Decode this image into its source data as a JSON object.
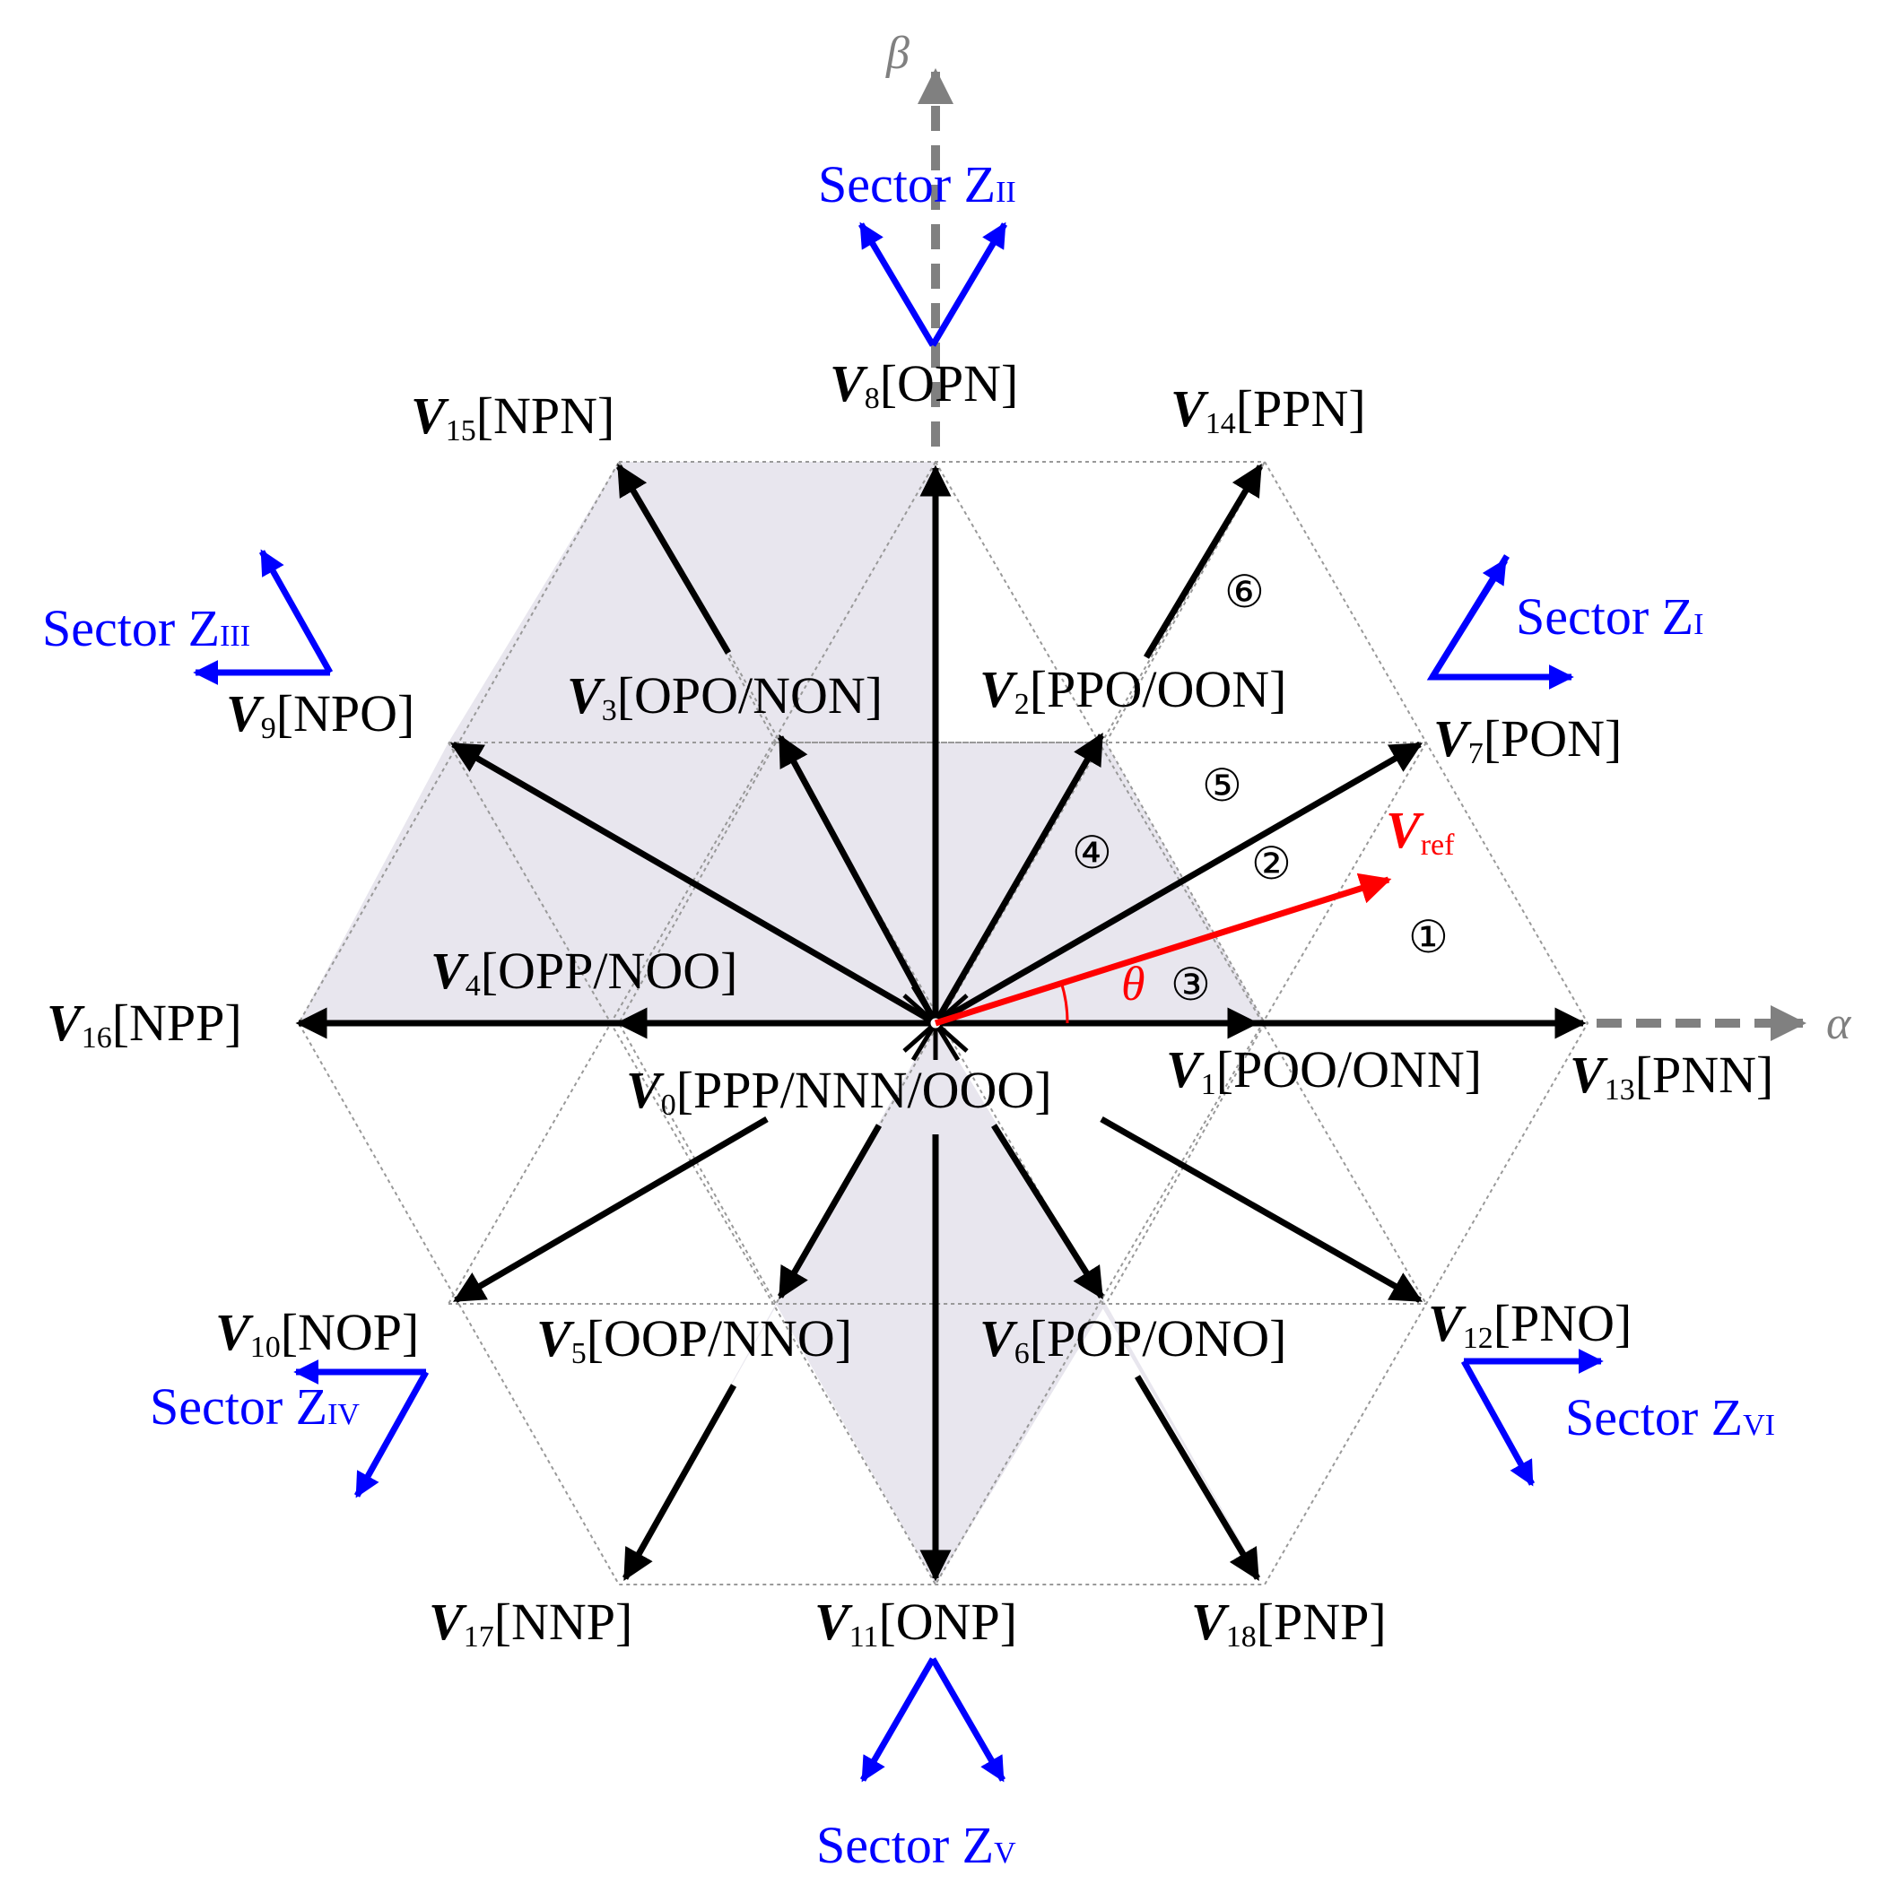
{
  "axes": {
    "alpha": "α",
    "beta": "β"
  },
  "colors": {
    "vector": "#000000",
    "reference": "#ff0000",
    "sector": "#0000ff",
    "axis": "#808080",
    "shaded": "#e8e6ee",
    "grid": "#999999"
  },
  "vectors": [
    {
      "id": "v0",
      "sym": "V",
      "sub": "0",
      "states": "[PPP/NNN/OOO]"
    },
    {
      "id": "v1",
      "sym": "V",
      "sub": "1",
      "states": "[POO/ONN]"
    },
    {
      "id": "v2",
      "sym": "V",
      "sub": "2",
      "states": "[PPO/OON]"
    },
    {
      "id": "v3",
      "sym": "V",
      "sub": "3",
      "states": "[OPO/NON]"
    },
    {
      "id": "v4",
      "sym": "V",
      "sub": "4",
      "states": "[OPP/NOO]"
    },
    {
      "id": "v5",
      "sym": "V",
      "sub": "5",
      "states": "[OOP/NNO]"
    },
    {
      "id": "v6",
      "sym": "V",
      "sub": "6",
      "states": "[POP/ONO]"
    },
    {
      "id": "v7",
      "sym": "V",
      "sub": "7",
      "states": "[PON]"
    },
    {
      "id": "v8",
      "sym": "V",
      "sub": "8",
      "states": "[OPN]"
    },
    {
      "id": "v9",
      "sym": "V",
      "sub": "9",
      "states": "[NPO]"
    },
    {
      "id": "v10",
      "sym": "V",
      "sub": "10",
      "states": "[NOP]"
    },
    {
      "id": "v11",
      "sym": "V",
      "sub": "11",
      "states": "[ONP]"
    },
    {
      "id": "v12",
      "sym": "V",
      "sub": "12",
      "states": "[PNO]"
    },
    {
      "id": "v13",
      "sym": "V",
      "sub": "13",
      "states": "[PNN]"
    },
    {
      "id": "v14",
      "sym": "V",
      "sub": "14",
      "states": "[PPN]"
    },
    {
      "id": "v15",
      "sym": "V",
      "sub": "15",
      "states": "[NPN]"
    },
    {
      "id": "v16",
      "sym": "V",
      "sub": "16",
      "states": "[NPP]"
    },
    {
      "id": "v17",
      "sym": "V",
      "sub": "17",
      "states": "[NNP]"
    },
    {
      "id": "v18",
      "sym": "V",
      "sub": "18",
      "states": "[PNP]"
    }
  ],
  "reference": {
    "sym": "V",
    "sub": "ref",
    "angle": "θ"
  },
  "regions": [
    "①",
    "②",
    "③",
    "④",
    "⑤",
    "⑥"
  ],
  "sectors": [
    {
      "id": "I",
      "label": "Sector Z",
      "sub": "I"
    },
    {
      "id": "II",
      "label": "Sector Z",
      "sub": "II"
    },
    {
      "id": "III",
      "label": "Sector Z",
      "sub": "III"
    },
    {
      "id": "IV",
      "label": "Sector Z",
      "sub": "IV"
    },
    {
      "id": "V",
      "label": "Sector Z",
      "sub": "V"
    },
    {
      "id": "VI",
      "label": "Sector Z",
      "sub": "VI"
    }
  ]
}
